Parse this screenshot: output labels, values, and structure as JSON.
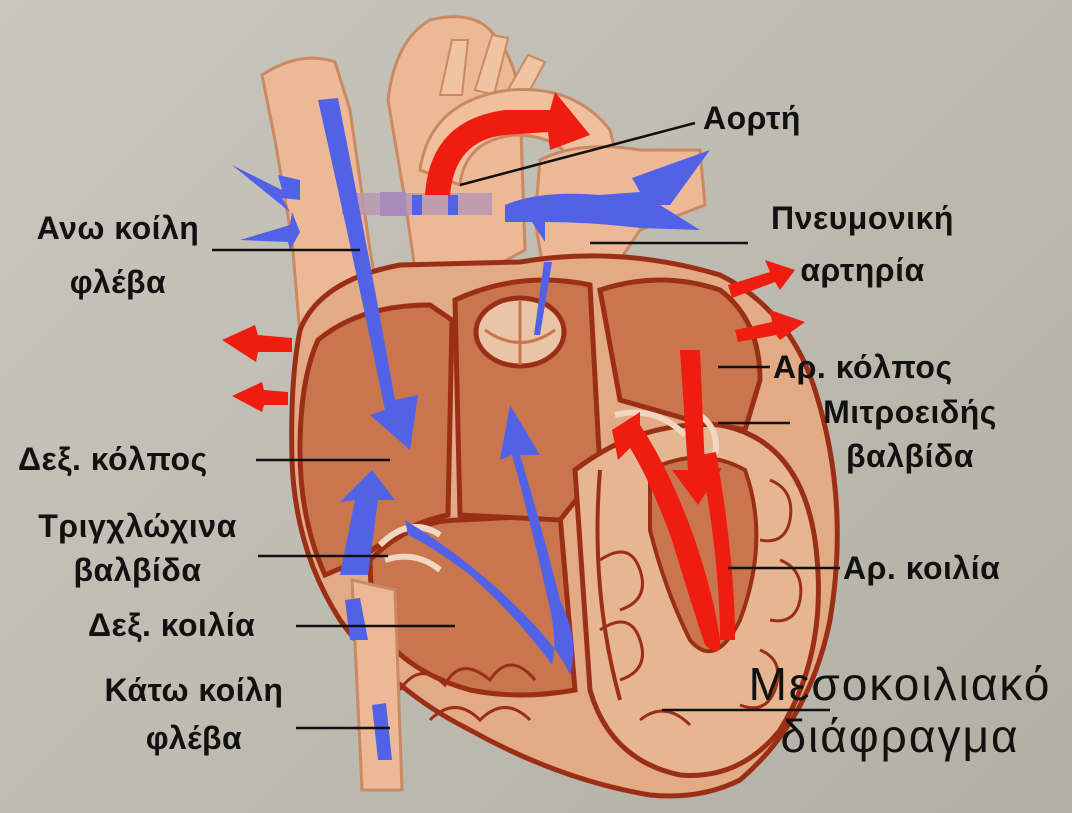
{
  "labels": {
    "aorta": "Αορτή",
    "superior_vena_cava": [
      "Ανω κοίλη",
      "φλέβα"
    ],
    "pulmonary_artery": [
      "Πνευμονική",
      "αρτηρία"
    ],
    "left_atrium": "Αρ. κόλπος",
    "mitral_valve": [
      "Μιτροειδής",
      "βαλβίδα"
    ],
    "right_atrium": "Δεξ. κόλπος",
    "tricuspid_valve": [
      "Τριγχλώχινα",
      "βαλβίδα"
    ],
    "left_ventricle": "Αρ. κοιλία",
    "right_ventricle": "Δεξ. κοιλία",
    "inferior_vena_cava": [
      "Κάτω κοίλη",
      "φλέβα"
    ],
    "septum": [
      "Μεσοκοιλιακό",
      "διάφραγμα"
    ]
  },
  "colors": {
    "background": "#c4c1b8",
    "heart_outer": "#e3ab85",
    "heart_chamber": "#c9764f",
    "wall_line": "#9b2f16",
    "muscle": "#e6b592",
    "vessel": "#ecb895",
    "oxygen_poor_flow": "#5262e6",
    "oxygen_rich_flow": "#ef1c10",
    "text": "#111111"
  }
}
